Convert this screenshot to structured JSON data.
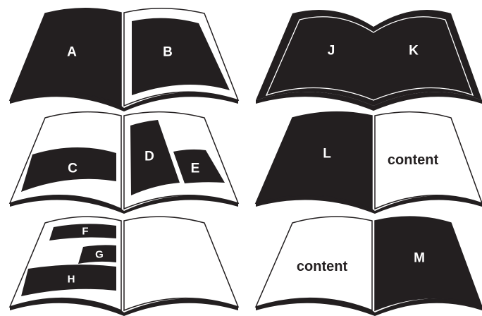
{
  "colors": {
    "ink": "#231f20",
    "paper": "#ffffff",
    "label_on_dark": "#ffffff",
    "label_on_light": "#231f20"
  },
  "books": [
    {
      "id": "book-1",
      "blocks": [
        {
          "id": "A",
          "label": "A"
        },
        {
          "id": "B",
          "label": "B"
        }
      ]
    },
    {
      "id": "book-2",
      "blocks": [
        {
          "id": "J",
          "label": "J"
        },
        {
          "id": "K",
          "label": "K"
        }
      ]
    },
    {
      "id": "book-3",
      "blocks": [
        {
          "id": "C",
          "label": "C"
        },
        {
          "id": "D",
          "label": "D"
        },
        {
          "id": "E",
          "label": "E"
        }
      ]
    },
    {
      "id": "book-4",
      "blocks": [
        {
          "id": "L",
          "label": "L"
        },
        {
          "id": "content-right",
          "label": "content"
        }
      ]
    },
    {
      "id": "book-5",
      "blocks": [
        {
          "id": "F",
          "label": "F"
        },
        {
          "id": "G",
          "label": "G"
        },
        {
          "id": "H",
          "label": "H"
        }
      ]
    },
    {
      "id": "book-6",
      "blocks": [
        {
          "id": "content-left",
          "label": "content"
        },
        {
          "id": "M",
          "label": "M"
        }
      ]
    }
  ]
}
